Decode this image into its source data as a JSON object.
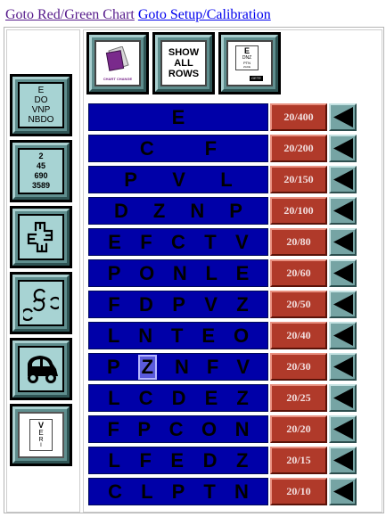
{
  "nav": {
    "link1": "Goto Red/Green Chart",
    "link2": "Goto Setup/Calibration"
  },
  "left_tiles": [
    {
      "name": "letter-chart-tile",
      "lines": [
        "E",
        "DO",
        "VNP",
        "NBDO"
      ]
    },
    {
      "name": "number-chart-tile",
      "lines": [
        "2",
        "45",
        "690",
        "3589"
      ]
    },
    {
      "name": "tumbling-e-tile",
      "icon": "tumbling-e-icon"
    },
    {
      "name": "landolt-c-tile",
      "icon": "landolt-c-icon"
    },
    {
      "name": "pediatric-car-tile",
      "icon": "car-icon"
    },
    {
      "name": "vertical-chart-tile",
      "lines": [
        "V",
        "E",
        "R",
        "I"
      ]
    }
  ],
  "top_tiles": [
    {
      "name": "change-chart-tile",
      "icon": "chart-cards-icon",
      "caption": "CHART CHANGE"
    },
    {
      "name": "show-all-rows-tile",
      "lines": [
        "SHOW",
        "ALL",
        "ROWS"
      ]
    },
    {
      "name": "full-chart-tile",
      "icon": "eye-chart-icon",
      "lines": [
        "E",
        "DNZ",
        "PTN",
        "ZACE"
      ],
      "caption": "GETE"
    }
  ],
  "rows": [
    {
      "letters": [
        "E"
      ],
      "acuity": "20/400"
    },
    {
      "letters": [
        "C",
        "F"
      ],
      "acuity": "20/200"
    },
    {
      "letters": [
        "P",
        "V",
        "L"
      ],
      "acuity": "20/150"
    },
    {
      "letters": [
        "D",
        "Z",
        "N",
        "P"
      ],
      "acuity": "20/100"
    },
    {
      "letters": [
        "E",
        "F",
        "C",
        "T",
        "V"
      ],
      "acuity": "20/80"
    },
    {
      "letters": [
        "P",
        "O",
        "N",
        "L",
        "E"
      ],
      "acuity": "20/60"
    },
    {
      "letters": [
        "F",
        "D",
        "P",
        "V",
        "Z"
      ],
      "acuity": "20/50"
    },
    {
      "letters": [
        "L",
        "N",
        "T",
        "E",
        "O"
      ],
      "acuity": "20/40"
    },
    {
      "letters": [
        "P",
        "Z",
        "N",
        "F",
        "V"
      ],
      "acuity": "20/30",
      "selected_index": 1
    },
    {
      "letters": [
        "L",
        "C",
        "D",
        "E",
        "Z"
      ],
      "acuity": "20/25"
    },
    {
      "letters": [
        "F",
        "P",
        "C",
        "O",
        "N"
      ],
      "acuity": "20/20"
    },
    {
      "letters": [
        "L",
        "F",
        "E",
        "D",
        "Z"
      ],
      "acuity": "20/15"
    },
    {
      "letters": [
        "C",
        "L",
        "P",
        "T",
        "N"
      ],
      "acuity": "20/10"
    }
  ],
  "colors": {
    "row_bg": "#0000a8",
    "acuity_bg": "#b03a2a",
    "tile_face": "#a7d3d3",
    "arrow_bg": "#76a4a4"
  },
  "icons": {
    "arrow": "left-triangle-arrow-icon"
  }
}
